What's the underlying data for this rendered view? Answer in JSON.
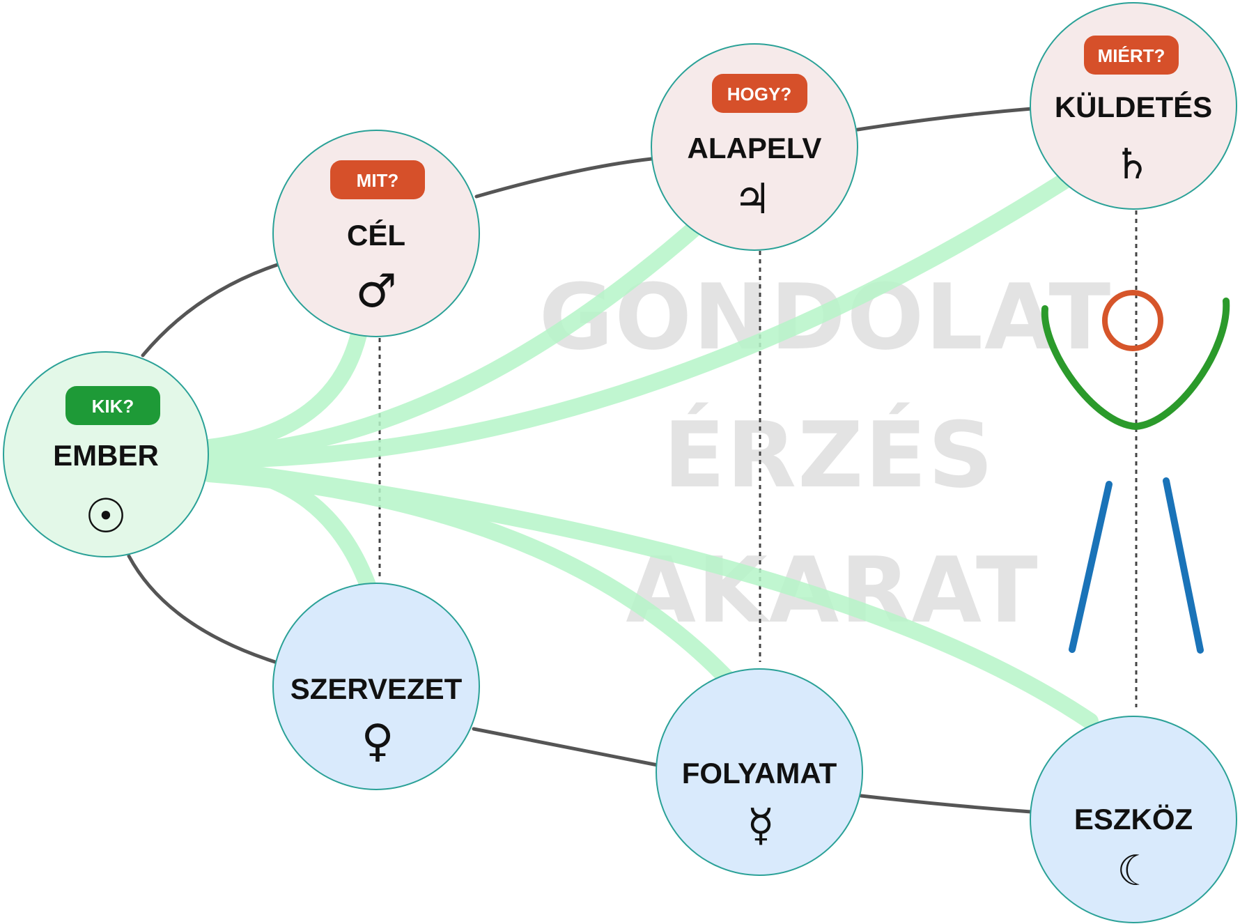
{
  "colors": {
    "top_fill": "#f6eaea",
    "bottom_fill": "#d9eafc",
    "ember_fill": "#e3f8e8",
    "stroke": "#2aa197",
    "badge_orange": "#d6502a",
    "badge_green": "#1e9a37",
    "flow": "#b6f5c8",
    "ellipse": "#555555",
    "watermark": "#e3e3e3",
    "chalice": "#2b9a2b",
    "ring": "#d6552a",
    "legs": "#1a73b8"
  },
  "watermark": [
    "GONDOLAT",
    "ÉRZÉS",
    "AKARAT"
  ],
  "nodes": {
    "ember": {
      "title": "EMBER",
      "badge": "KIK?",
      "symbol": "☉",
      "symbol_name": "sun-icon"
    },
    "cel": {
      "title": "CÉL",
      "badge": "MIT?",
      "symbol": "♂",
      "symbol_name": "mars-icon"
    },
    "alapelv": {
      "title": "ALAPELV",
      "badge": "HOGY?",
      "symbol": "♃",
      "symbol_name": "jupiter-icon"
    },
    "kuldetes": {
      "title": "KÜLDETÉS",
      "badge": "MIÉRT?",
      "symbol": "♄",
      "symbol_name": "saturn-icon"
    },
    "szervezet": {
      "title": "SZERVEZET",
      "symbol": "♀",
      "symbol_name": "venus-icon"
    },
    "folyamat": {
      "title": "FOLYAMAT",
      "symbol": "☿",
      "symbol_name": "mercury-icon"
    },
    "eszkoz": {
      "title": "ESZKÖZ",
      "symbol": "☾",
      "symbol_name": "moon-icon"
    }
  }
}
